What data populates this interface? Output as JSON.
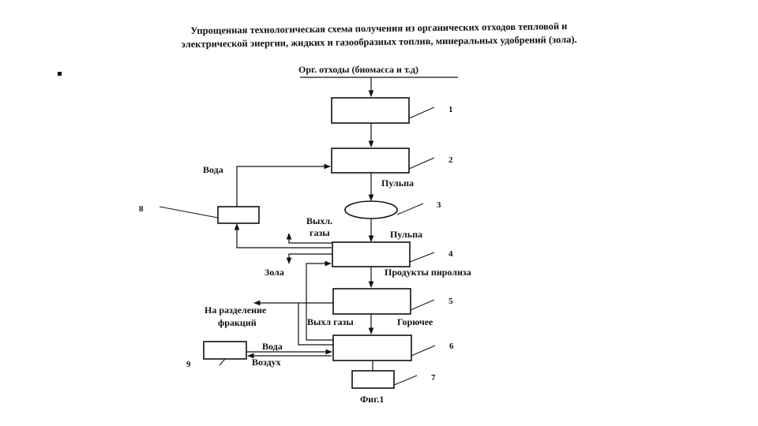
{
  "title": {
    "line1": "Упрощенная технологическая схема получения из органических отходов тепловой и",
    "line2": "электрической энергии, жидких и газообразных топлив, минеральных удобрений (зола)."
  },
  "labels": {
    "input": "Орг. отходы (биомасса и т.д)",
    "water_top": "Вода",
    "pulp_1": "Пульпа",
    "exhaust_1a": "Выхл.",
    "exhaust_1b": "газы",
    "pulp_2": "Пульпа",
    "ash": "Зола",
    "pyrolysis_products": "Продукты пиролиза",
    "separation_1": "На разделение",
    "separation_2": "фракций",
    "exhaust_2": "Выхл газы",
    "fuel": "Горючее",
    "water_bottom": "Вода",
    "air": "Воздух",
    "caption": "Фиг.1"
  },
  "numbers": {
    "n1": "1",
    "n2": "2",
    "n3": "3",
    "n4": "4",
    "n5": "5",
    "n6": "6",
    "n7": "7",
    "n8": "8",
    "n9": "9"
  }
}
